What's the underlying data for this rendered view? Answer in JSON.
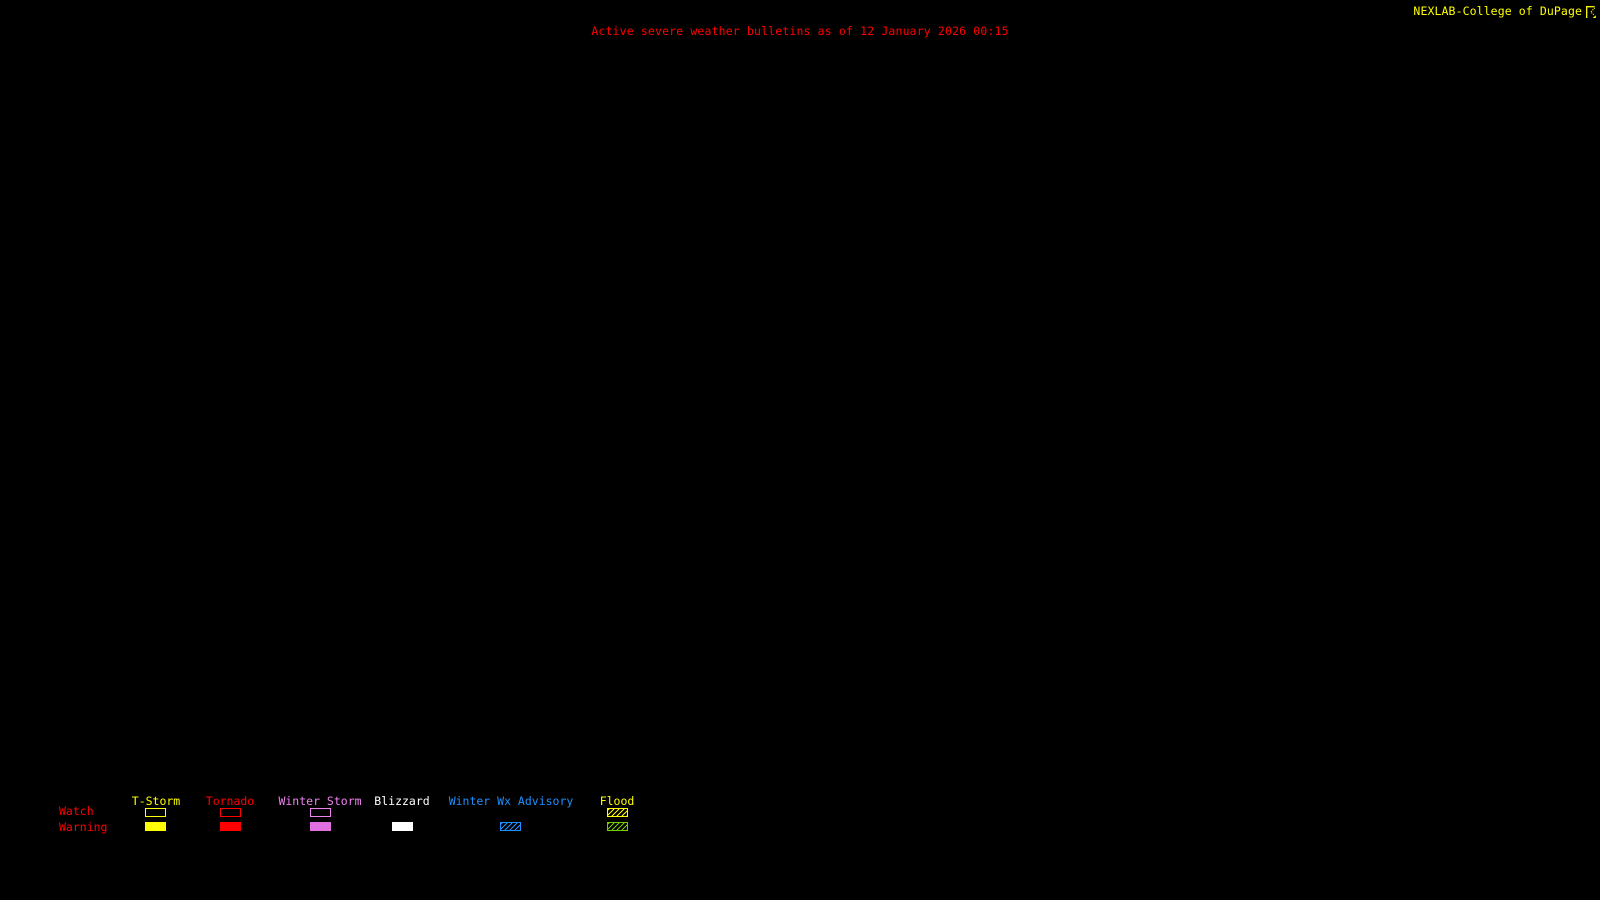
{
  "page": {
    "background": "#000000",
    "kind": "severe-weather-bulletin-map"
  },
  "title": {
    "text": "Active severe weather bulletins as of 12 January 2026 00:15",
    "color": "#ff0000"
  },
  "attribution": {
    "text": "NEXLAB-College of DuPage",
    "color": "#ffff00",
    "logo_icon": "college-of-dupage-mark"
  },
  "legend": {
    "row_labels": {
      "watch": "Watch",
      "warning": "Warning",
      "color": "#ff0000"
    },
    "columns": [
      {
        "label": "T-Storm",
        "label_color": "#ffff00",
        "watch": {
          "style": "outline",
          "color": "#ffff00"
        },
        "warning": {
          "style": "filled",
          "color": "#ffff00"
        }
      },
      {
        "label": "Tornado",
        "label_color": "#ff0000",
        "watch": {
          "style": "outline",
          "color": "#ff0000"
        },
        "warning": {
          "style": "filled",
          "color": "#ff0000"
        }
      },
      {
        "label": "Winter Storm",
        "label_color": "#ee82ee",
        "watch": {
          "style": "outline",
          "color": "#ee82ee"
        },
        "warning": {
          "style": "filled",
          "color": "#e070e0"
        }
      },
      {
        "label": "Blizzard",
        "label_color": "#ffffff",
        "watch": {
          "style": "none"
        },
        "warning": {
          "style": "filled",
          "color": "#ffffff"
        }
      },
      {
        "label": "Winter Wx Advisory",
        "label_color": "#1e90ff",
        "watch": {
          "style": "none"
        },
        "warning": {
          "style": "hatched",
          "color": "#1e90ff"
        }
      },
      {
        "label": "Flood",
        "label_color": "#ffff00",
        "watch": {
          "style": "hatched",
          "color": "#ffff00"
        },
        "warning": {
          "style": "hatched",
          "color": "#77cc00"
        }
      }
    ]
  }
}
